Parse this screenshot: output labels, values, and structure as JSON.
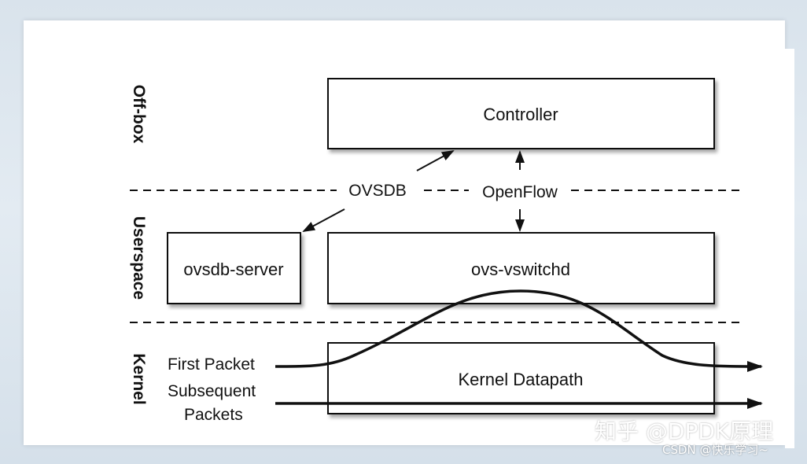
{
  "side_labels": {
    "offbox": "Off-box",
    "userspace": "Userspace",
    "kernel": "Kernel"
  },
  "boxes": {
    "controller": "Controller",
    "ovsdb_server": "ovsdb-server",
    "ovs_vswitchd": "ovs-vswitchd",
    "kernel_datapath": "Kernel Datapath"
  },
  "protocols": {
    "ovsdb": "OVSDB",
    "openflow": "OpenFlow"
  },
  "packets": {
    "first": "First Packet",
    "subsequent_line1": "Subsequent",
    "subsequent_line2": "Packets"
  },
  "watermark": {
    "main": "知乎 @DPDK原理",
    "sub": "CSDN @快乐学习~"
  },
  "colors": {
    "stroke": "#111111",
    "box_fill": "#ffffff",
    "card": "#ffffff"
  }
}
